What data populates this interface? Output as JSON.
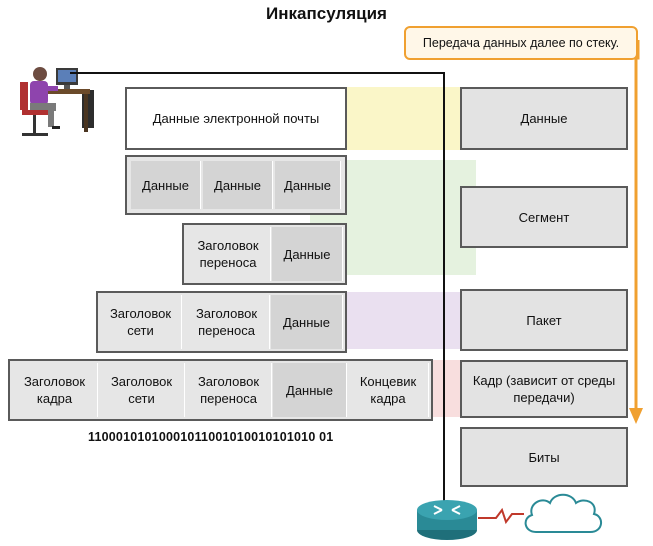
{
  "title": "Инкапсуляция",
  "callout": "Передача данных далее по стеку.",
  "bits": "11000101010001011001010010101010 01",
  "left": {
    "row1": {
      "data": "Данные электронной почты"
    },
    "row2": {
      "c1": "Данные",
      "c2": "Данные",
      "c3": "Данные"
    },
    "row3": {
      "c1": "Заголовок переноса",
      "c2": "Данные"
    },
    "row4": {
      "c1": "Заголовок сети",
      "c2": "Заголовок переноса",
      "c3": "Данные"
    },
    "row5": {
      "c1": "Заголовок кадра",
      "c2": "Заголовок сети",
      "c3": "Заголовок переноса",
      "c4": "Данные",
      "c5": "Концевик кадра"
    }
  },
  "right": {
    "data": "Данные",
    "segment": "Сегмент",
    "packet": "Пакет",
    "frame": "Кадр (зависит от среды передачи)",
    "bits": "Биты"
  },
  "colors": {
    "yellow": "#f5ee9a",
    "green": "#cfe8c5",
    "purple": "#d8c7e3",
    "pink": "#f3c3c3",
    "arrow": "#f0a030"
  }
}
